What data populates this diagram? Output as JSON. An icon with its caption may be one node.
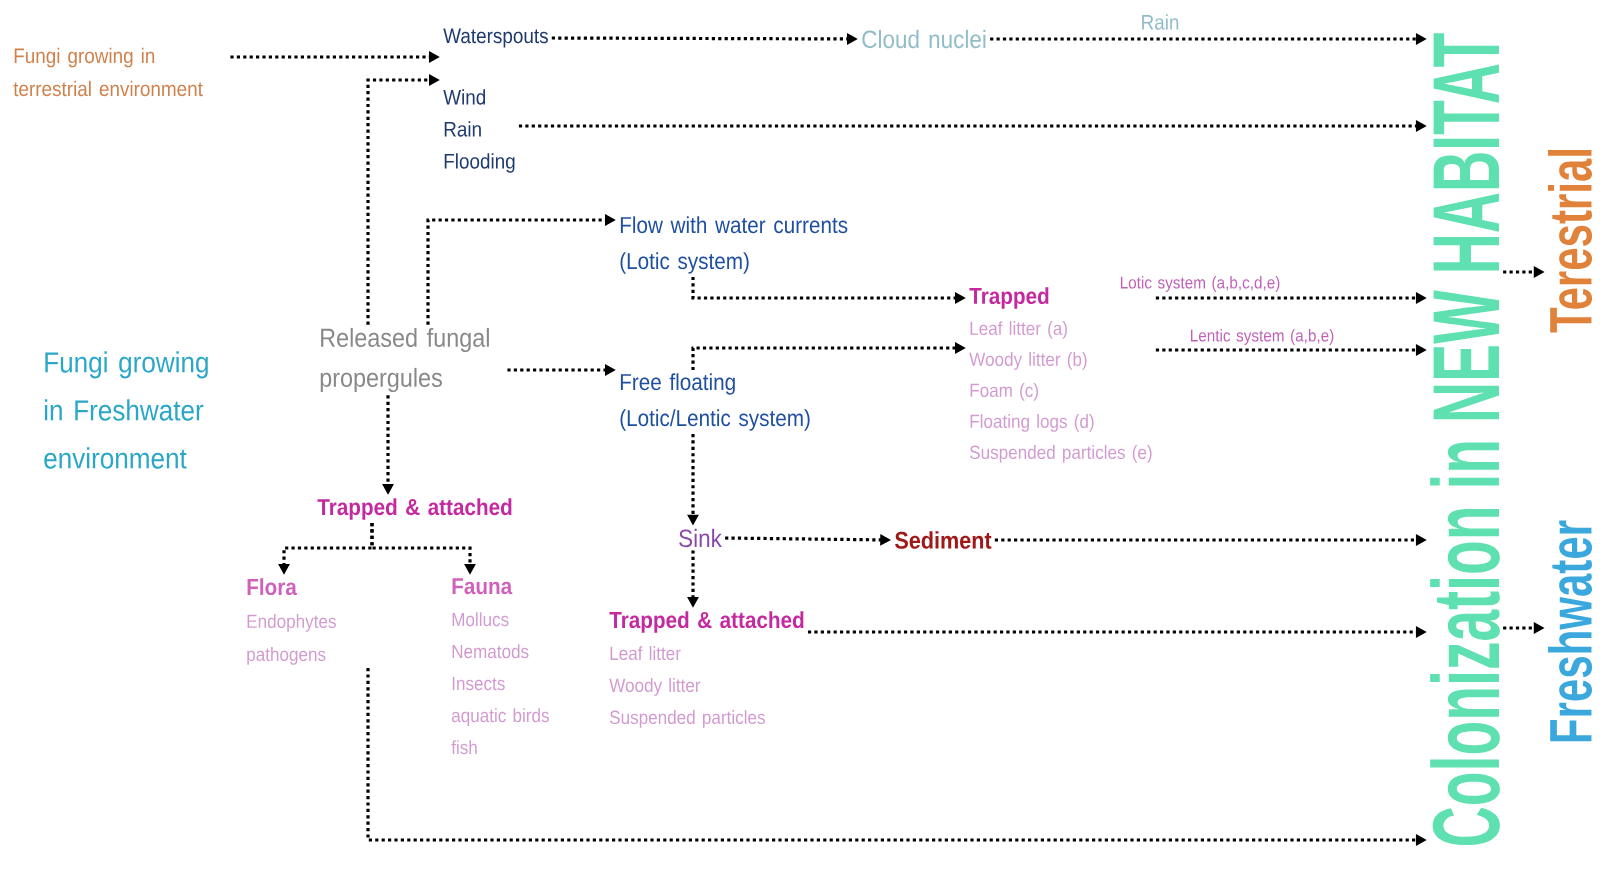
{
  "diagram": {
    "nodes": [
      {
        "text": [
          "Fungi growing in terrestrial environment"
        ]
      },
      {
        "text": [
          "Waterspouts"
        ]
      },
      {
        "text": [
          "Wind",
          "Rain",
          "Flooding"
        ]
      },
      {
        "text": [
          "Cloud nuclei"
        ]
      },
      {
        "text": [
          "Colonization in NEW HABITAT"
        ]
      },
      {
        "text": [
          "Terestrial"
        ]
      },
      {
        "text": [
          "Freshwater"
        ]
      },
      {
        "text": [
          "Fungi growing in Freshwater environment"
        ]
      },
      {
        "text": [
          "Released fungal propergules"
        ]
      },
      {
        "text": [
          "Flow with water currents (Lotic system)"
        ]
      },
      {
        "text": [
          "Free floating (Lotic/Lentic system)"
        ]
      },
      {
        "text": [
          "Trapped",
          "Leaf litter (a)",
          "Woody litter (b)",
          "Foam (c)",
          "Floating logs (d)",
          "Suspended particles (e)"
        ]
      },
      {
        "text": [
          "Sink"
        ]
      },
      {
        "text": [
          "Sediment"
        ]
      },
      {
        "text": [
          "Trapped & attached"
        ]
      },
      {
        "text": [
          "Flora",
          "Endophytes",
          "pathogens"
        ]
      },
      {
        "text": [
          "Fauna",
          "Mollucs",
          "Nematods",
          "Insects",
          "aquatic birds",
          "fish"
        ]
      },
      {
        "text": [
          "Trapped & attached",
          "Leaf litter",
          "Woody litter",
          "Suspended particles"
        ]
      }
    ],
    "edges": [
      {
        "from": 0,
        "to": 1,
        "arrow": "to"
      },
      {
        "from": 1,
        "to": 3,
        "arrow": "to"
      },
      {
        "from": 3,
        "to": 4,
        "arrow": "to",
        "label": "Rain"
      },
      {
        "from": 2,
        "to": 4,
        "arrow": "to"
      },
      {
        "from": 8,
        "to": 2,
        "arrow": "to"
      },
      {
        "from": 8,
        "to": 9,
        "arrow": "to"
      },
      {
        "from": 8,
        "to": 10,
        "arrow": "to"
      },
      {
        "from": 8,
        "to": 14,
        "arrow": "to"
      },
      {
        "from": 9,
        "to": 11,
        "arrow": "to"
      },
      {
        "from": 10,
        "to": 11,
        "arrow": "to"
      },
      {
        "from": 11,
        "to": 4,
        "arrow": "to",
        "label": "Lotic system (a,b,c,d,e)"
      },
      {
        "from": 11,
        "to": 4,
        "arrow": "to",
        "label": "Lentic system (a,b,e)"
      },
      {
        "from": 10,
        "to": 12,
        "arrow": "to"
      },
      {
        "from": 12,
        "to": 13,
        "arrow": "to"
      },
      {
        "from": 13,
        "to": 4,
        "arrow": "to"
      },
      {
        "from": 12,
        "to": 17,
        "arrow": "to"
      },
      {
        "from": 17,
        "to": 4,
        "arrow": "to"
      },
      {
        "from": 14,
        "to": 15,
        "arrow": "to"
      },
      {
        "from": 14,
        "to": 16,
        "arrow": "to"
      },
      {
        "from": 15,
        "to": 4,
        "arrow": "to"
      },
      {
        "from": 4,
        "to": 5,
        "arrow": "to"
      },
      {
        "from": 4,
        "to": 6,
        "arrow": "to"
      }
    ]
  }
}
